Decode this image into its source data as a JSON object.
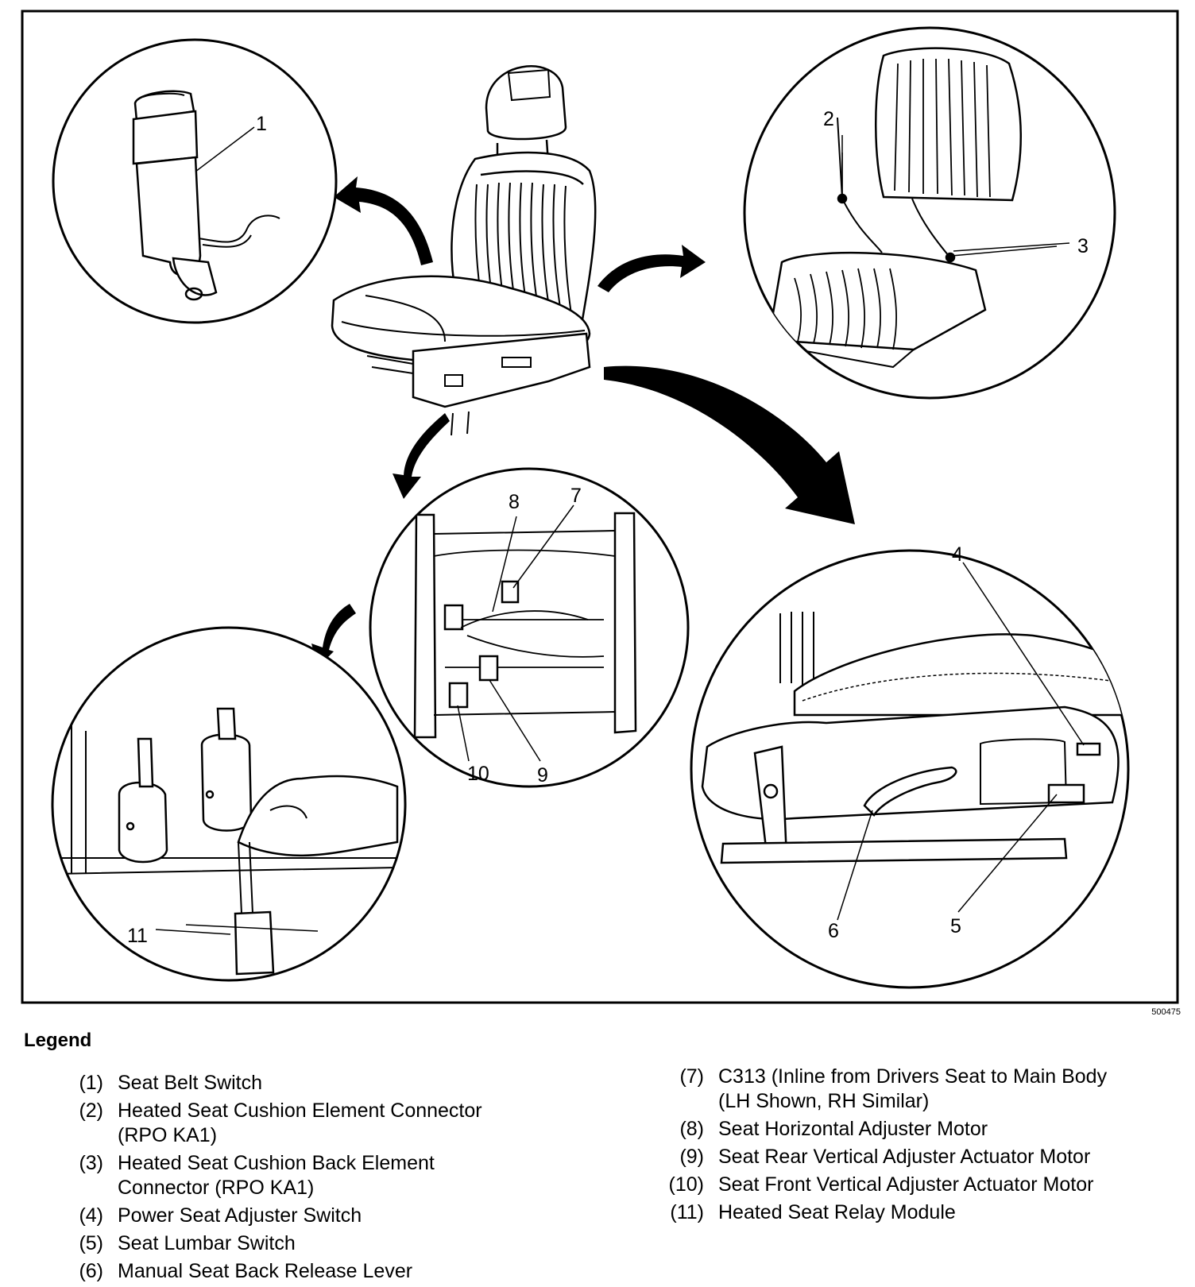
{
  "figure_id": "500475",
  "legend": {
    "title": "Legend",
    "left_items": [
      {
        "num": "(1)",
        "text": "Seat Belt Switch"
      },
      {
        "num": "(2)",
        "text": "Heated Seat Cushion Element Connector\n(RPO KA1)"
      },
      {
        "num": "(3)",
        "text": "Heated Seat Cushion Back Element\nConnector (RPO KA1)"
      },
      {
        "num": "(4)",
        "text": "Power Seat Adjuster Switch"
      },
      {
        "num": "(5)",
        "text": "Seat Lumbar Switch"
      },
      {
        "num": "(6)",
        "text": "Manual Seat Back Release Lever"
      }
    ],
    "right_items": [
      {
        "num": "(7)",
        "text": "C313 (Inline from Drivers Seat to Main Body\n(LH Shown, RH Similar)"
      },
      {
        "num": "(8)",
        "text": "Seat Horizontal Adjuster Motor"
      },
      {
        "num": "(9)",
        "text": "Seat Rear Vertical Adjuster Actuator Motor"
      },
      {
        "num": "(10)",
        "text": "Seat Front Vertical Adjuster Actuator Motor"
      },
      {
        "num": "(11)",
        "text": "Heated Seat Relay Module"
      }
    ]
  },
  "callouts": {
    "c1": "1",
    "c2": "2",
    "c3": "3",
    "c4": "4",
    "c5": "5",
    "c6": "6",
    "c7": "7",
    "c8": "8",
    "c9": "9",
    "c10": "10",
    "c11": "11"
  }
}
